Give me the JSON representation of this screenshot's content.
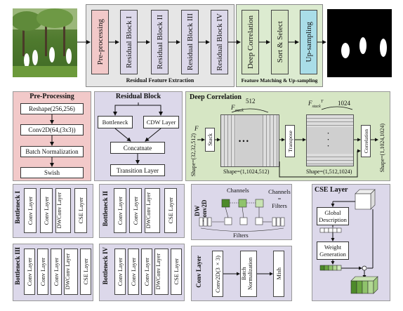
{
  "top": {
    "extraction_blocks": [
      "Pre-processing",
      "Residual Block I",
      "Residual Block II",
      "Residual Block III",
      "Residual Block IV"
    ],
    "extraction_label": "Residual Feature Extraction",
    "matching_blocks": [
      "Deep Correlation",
      "Sort & Select",
      "Up-sampling"
    ],
    "matching_label": "Feature Matching & Up-sampling"
  },
  "preprocessing": {
    "title": "Pre-Processing",
    "steps": [
      "Reshape(256,256)",
      "Conv2D(64,(3x3))",
      "Batch Normalization",
      "Swish"
    ]
  },
  "residual_block": {
    "title": "Residual Block",
    "bottleneck": "Bottleneck",
    "cdw": "CDW Layer",
    "concat": "Concatnate",
    "transition": "Transition Layer"
  },
  "deep_correlation": {
    "title": "Deep Correlation",
    "f_label": "F",
    "input_shape": "Shape=(32,32,512)",
    "stack": "Stack",
    "fstack1": "F",
    "fstack1_sub": "stack",
    "dim512": "512",
    "shape1": "Shape=(1,1024,512)",
    "transpose": "Transpose",
    "fstack2": "F",
    "fstack2_sub": "stack",
    "fstack2_sup": "T",
    "dim1024": "1024",
    "shape2": "Shape=(1,512,1024)",
    "correlation": "Correlation",
    "output_shape": "Shape=(1,1024,1024)",
    "dots": "• • •"
  },
  "bottlenecks": [
    {
      "name": "Bottleneck I",
      "layers": [
        "Conv Layer",
        "Conv Layer",
        "DWConv Layer",
        "CSE Layer"
      ]
    },
    {
      "name": "Bottleneck II",
      "layers": [
        "Conv Layer",
        "Conv Layer",
        "DWConv Layer",
        "CSE Layer"
      ]
    },
    {
      "name": "Bottleneck III",
      "layers": [
        "Conv Layer",
        "Conv Layer",
        "Conv Layer",
        "DWConv Layer",
        "CSE Layer"
      ]
    },
    {
      "name": "Bottleneck IV",
      "layers": [
        "Conv Layer",
        "Conv Layer",
        "Conv Layer",
        "DWConv Layer",
        "CSE Layer"
      ]
    }
  ],
  "dwconv": {
    "title": "DW Conv2D",
    "channels": "Channels",
    "channels_eq": "Channels",
    "equals": "=",
    "filters_eq": "Filters",
    "filters": "Filters"
  },
  "conv_layer": {
    "title": "Conv Layer",
    "steps": [
      "Conv2D(3×3)",
      "Batch Normalization",
      "Mish"
    ]
  },
  "cse": {
    "title": "CSE Layer",
    "global": "Global Description",
    "weight": "Weight Generation"
  },
  "colors": {
    "pink": "#f2c9c9",
    "lavender": "#dcd8ea",
    "green": "#d6e6c4",
    "cyan": "#a9dde8",
    "gray": "#e8e8e8"
  }
}
